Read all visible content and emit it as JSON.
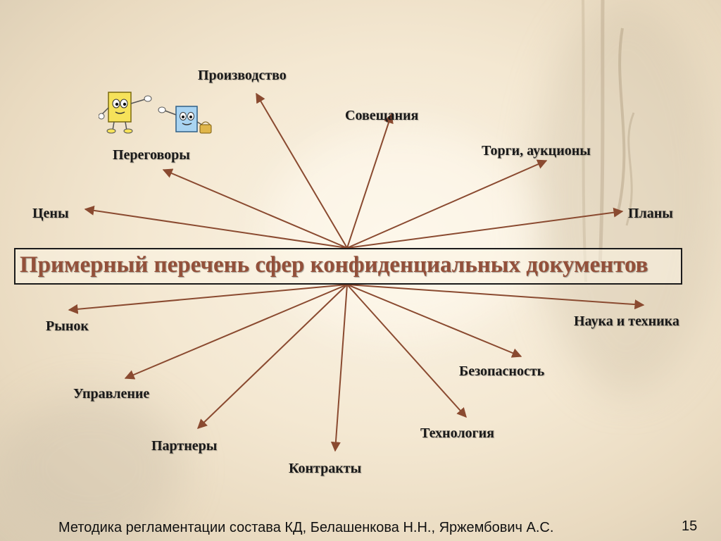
{
  "slide": {
    "title": "Примерный перечень сфер конфиденциальных документов",
    "footer": "Методика регламентации состава КД, Белашенкова Н.Н., Яржембович А.С.",
    "page_number": "15",
    "arrow_color": "#8a4a30",
    "title_color": "#93503a"
  },
  "nodes": [
    {
      "id": "proizvodstvo",
      "label": "Производство"
    },
    {
      "id": "soveshchaniya",
      "label": "Совещания"
    },
    {
      "id": "torgi",
      "label": "Торги, аукционы"
    },
    {
      "id": "peregovory",
      "label": "Переговоры"
    },
    {
      "id": "tseny",
      "label": "Цены"
    },
    {
      "id": "plany",
      "label": "Планы"
    },
    {
      "id": "rynok",
      "label": "Рынок"
    },
    {
      "id": "nauka",
      "label": "Наука и техника"
    },
    {
      "id": "bezopasnost",
      "label": "Безопасность"
    },
    {
      "id": "upravlenie",
      "label": "Управление"
    },
    {
      "id": "tekhnologiya",
      "label": "Технология"
    },
    {
      "id": "partnery",
      "label": "Партнеры"
    },
    {
      "id": "kontrakty",
      "label": "Контракты"
    }
  ],
  "clipart": {
    "icon": "two-document-characters-illustration"
  }
}
